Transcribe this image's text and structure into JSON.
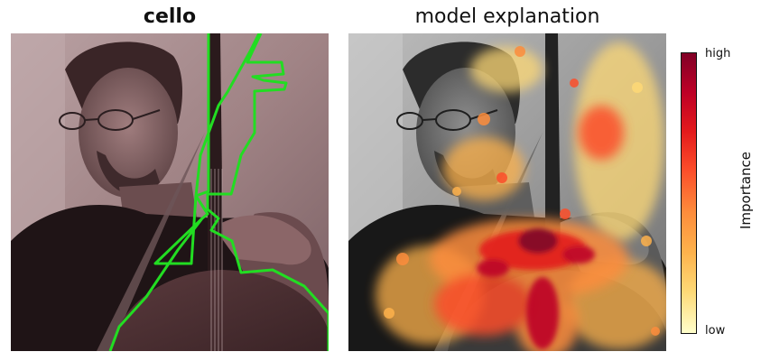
{
  "figure": {
    "left_title": "cello",
    "right_title": "model explanation"
  },
  "colorbar": {
    "label": "Importance",
    "high_label": "high",
    "low_label": "low",
    "colors": [
      "#800026",
      "#bd0026",
      "#e31a1c",
      "#fc4e2a",
      "#fd8d3c",
      "#feb24c",
      "#fed976",
      "#ffffcc"
    ]
  },
  "left_panel": {
    "outline_color": "#22dd22"
  }
}
